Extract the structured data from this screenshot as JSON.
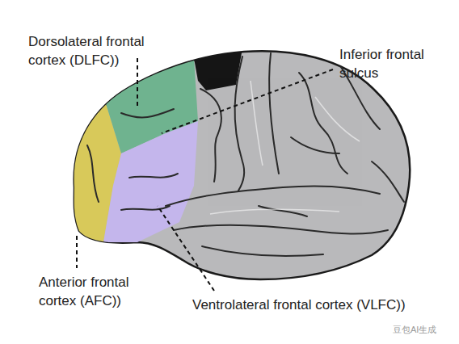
{
  "diagram": {
    "labels": [
      "Dorsolateral frontal cortex (DLFC))",
      "Inferior frontal sulcus",
      "Anterior frontal cortex (AFC))",
      "Ventrolateral frontal cortex (VLFC))",
      "豆包AI生成"
    ]
  }
}
